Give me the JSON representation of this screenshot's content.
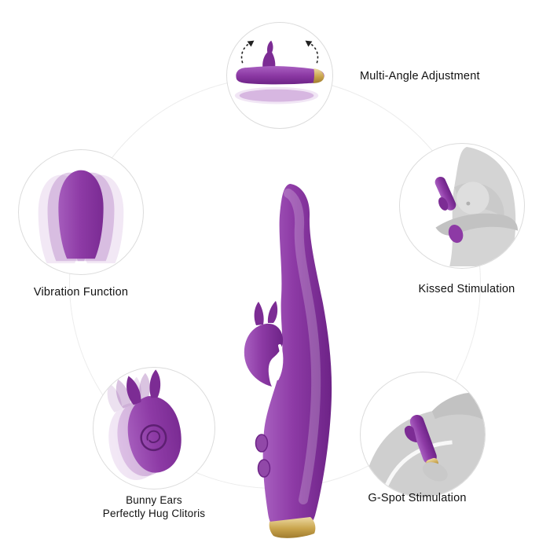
{
  "colors": {
    "purple": "#8d3aa5",
    "purple-dark": "#6d2387",
    "purple-mid": "#7c2c94",
    "purple-light": "#b77fc9",
    "gold": "#c9a44c",
    "silhouette": "#d2d2d2",
    "silhouette-dark": "#c2c2c2",
    "circle-border": "#dcdcdc",
    "arc": "#ececec",
    "text": "#111111",
    "background": "#ffffff"
  },
  "product": {
    "name": "purple rabbit vibrator with gold base"
  },
  "features": [
    {
      "id": "multi-angle",
      "label": "Multi-Angle Adjustment",
      "position": "top",
      "icon": "bent-product-with-rotation-arrows-icon"
    },
    {
      "id": "vibration",
      "label": "Vibration Function",
      "position": "left",
      "icon": "vibrating-tip-icon"
    },
    {
      "id": "kissed",
      "label": "Kissed Stimulation",
      "position": "right",
      "icon": "torso-silhouette-with-product-icon"
    },
    {
      "id": "bunny-ears",
      "label": "Bunny Ears",
      "sublabel": "Perfectly Hug Clitoris",
      "position": "bottom-left",
      "icon": "bunny-ears-closeup-icon"
    },
    {
      "id": "g-spot",
      "label": "G-Spot Stimulation",
      "position": "bottom-right",
      "icon": "body-silhouette-with-product-icon"
    }
  ]
}
